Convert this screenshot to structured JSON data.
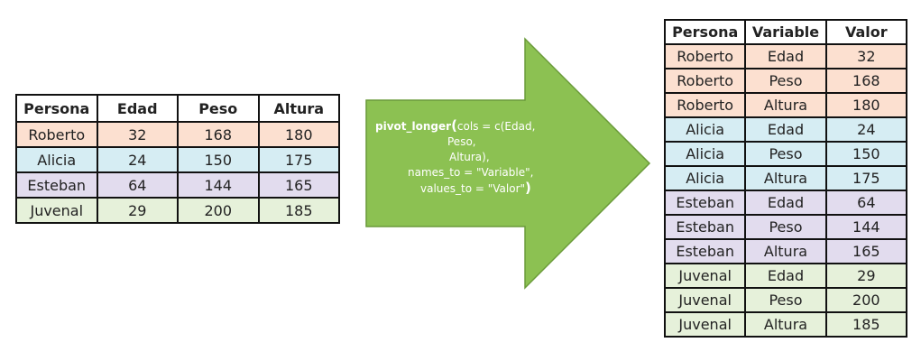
{
  "wide_table": {
    "headers": [
      "Persona",
      "Edad",
      "Peso",
      "Altura"
    ],
    "rows": [
      {
        "persona": "Roberto",
        "edad": "32",
        "peso": "168",
        "altura": "180",
        "color": "#fce0d0"
      },
      {
        "persona": "Alicia",
        "edad": "24",
        "peso": "150",
        "altura": "175",
        "color": "#d6edf3"
      },
      {
        "persona": "Esteban",
        "edad": "64",
        "peso": "144",
        "altura": "165",
        "color": "#e2dcee"
      },
      {
        "persona": "Juvenal",
        "edad": "29",
        "peso": "200",
        "altura": "185",
        "color": "#e6f1da"
      }
    ]
  },
  "arrow": {
    "color": "#8cc152",
    "stroke": "#6a9a3a",
    "code": {
      "fn": "pivot_longer",
      "line1_rest": "cols = c(Edad,",
      "line2": "Peso,",
      "line3": "Altura),",
      "line4": "names_to = \"Variable\",",
      "line5": "values_to = \"Valor\"",
      "close": ")"
    }
  },
  "long_table": {
    "headers": [
      "Persona",
      "Variable",
      "Valor"
    ],
    "rows": [
      {
        "persona": "Roberto",
        "variable": "Edad",
        "valor": "32",
        "color": "#fce0d0"
      },
      {
        "persona": "Roberto",
        "variable": "Peso",
        "valor": "168",
        "color": "#fce0d0"
      },
      {
        "persona": "Roberto",
        "variable": "Altura",
        "valor": "180",
        "color": "#fce0d0"
      },
      {
        "persona": "Alicia",
        "variable": "Edad",
        "valor": "24",
        "color": "#d6edf3"
      },
      {
        "persona": "Alicia",
        "variable": "Peso",
        "valor": "150",
        "color": "#d6edf3"
      },
      {
        "persona": "Alicia",
        "variable": "Altura",
        "valor": "175",
        "color": "#d6edf3"
      },
      {
        "persona": "Esteban",
        "variable": "Edad",
        "valor": "64",
        "color": "#e2dcee"
      },
      {
        "persona": "Esteban",
        "variable": "Peso",
        "valor": "144",
        "color": "#e2dcee"
      },
      {
        "persona": "Esteban",
        "variable": "Altura",
        "valor": "165",
        "color": "#e2dcee"
      },
      {
        "persona": "Juvenal",
        "variable": "Edad",
        "valor": "29",
        "color": "#e6f1da"
      },
      {
        "persona": "Juvenal",
        "variable": "Peso",
        "valor": "200",
        "color": "#e6f1da"
      },
      {
        "persona": "Juvenal",
        "variable": "Altura",
        "valor": "185",
        "color": "#e6f1da"
      }
    ]
  }
}
